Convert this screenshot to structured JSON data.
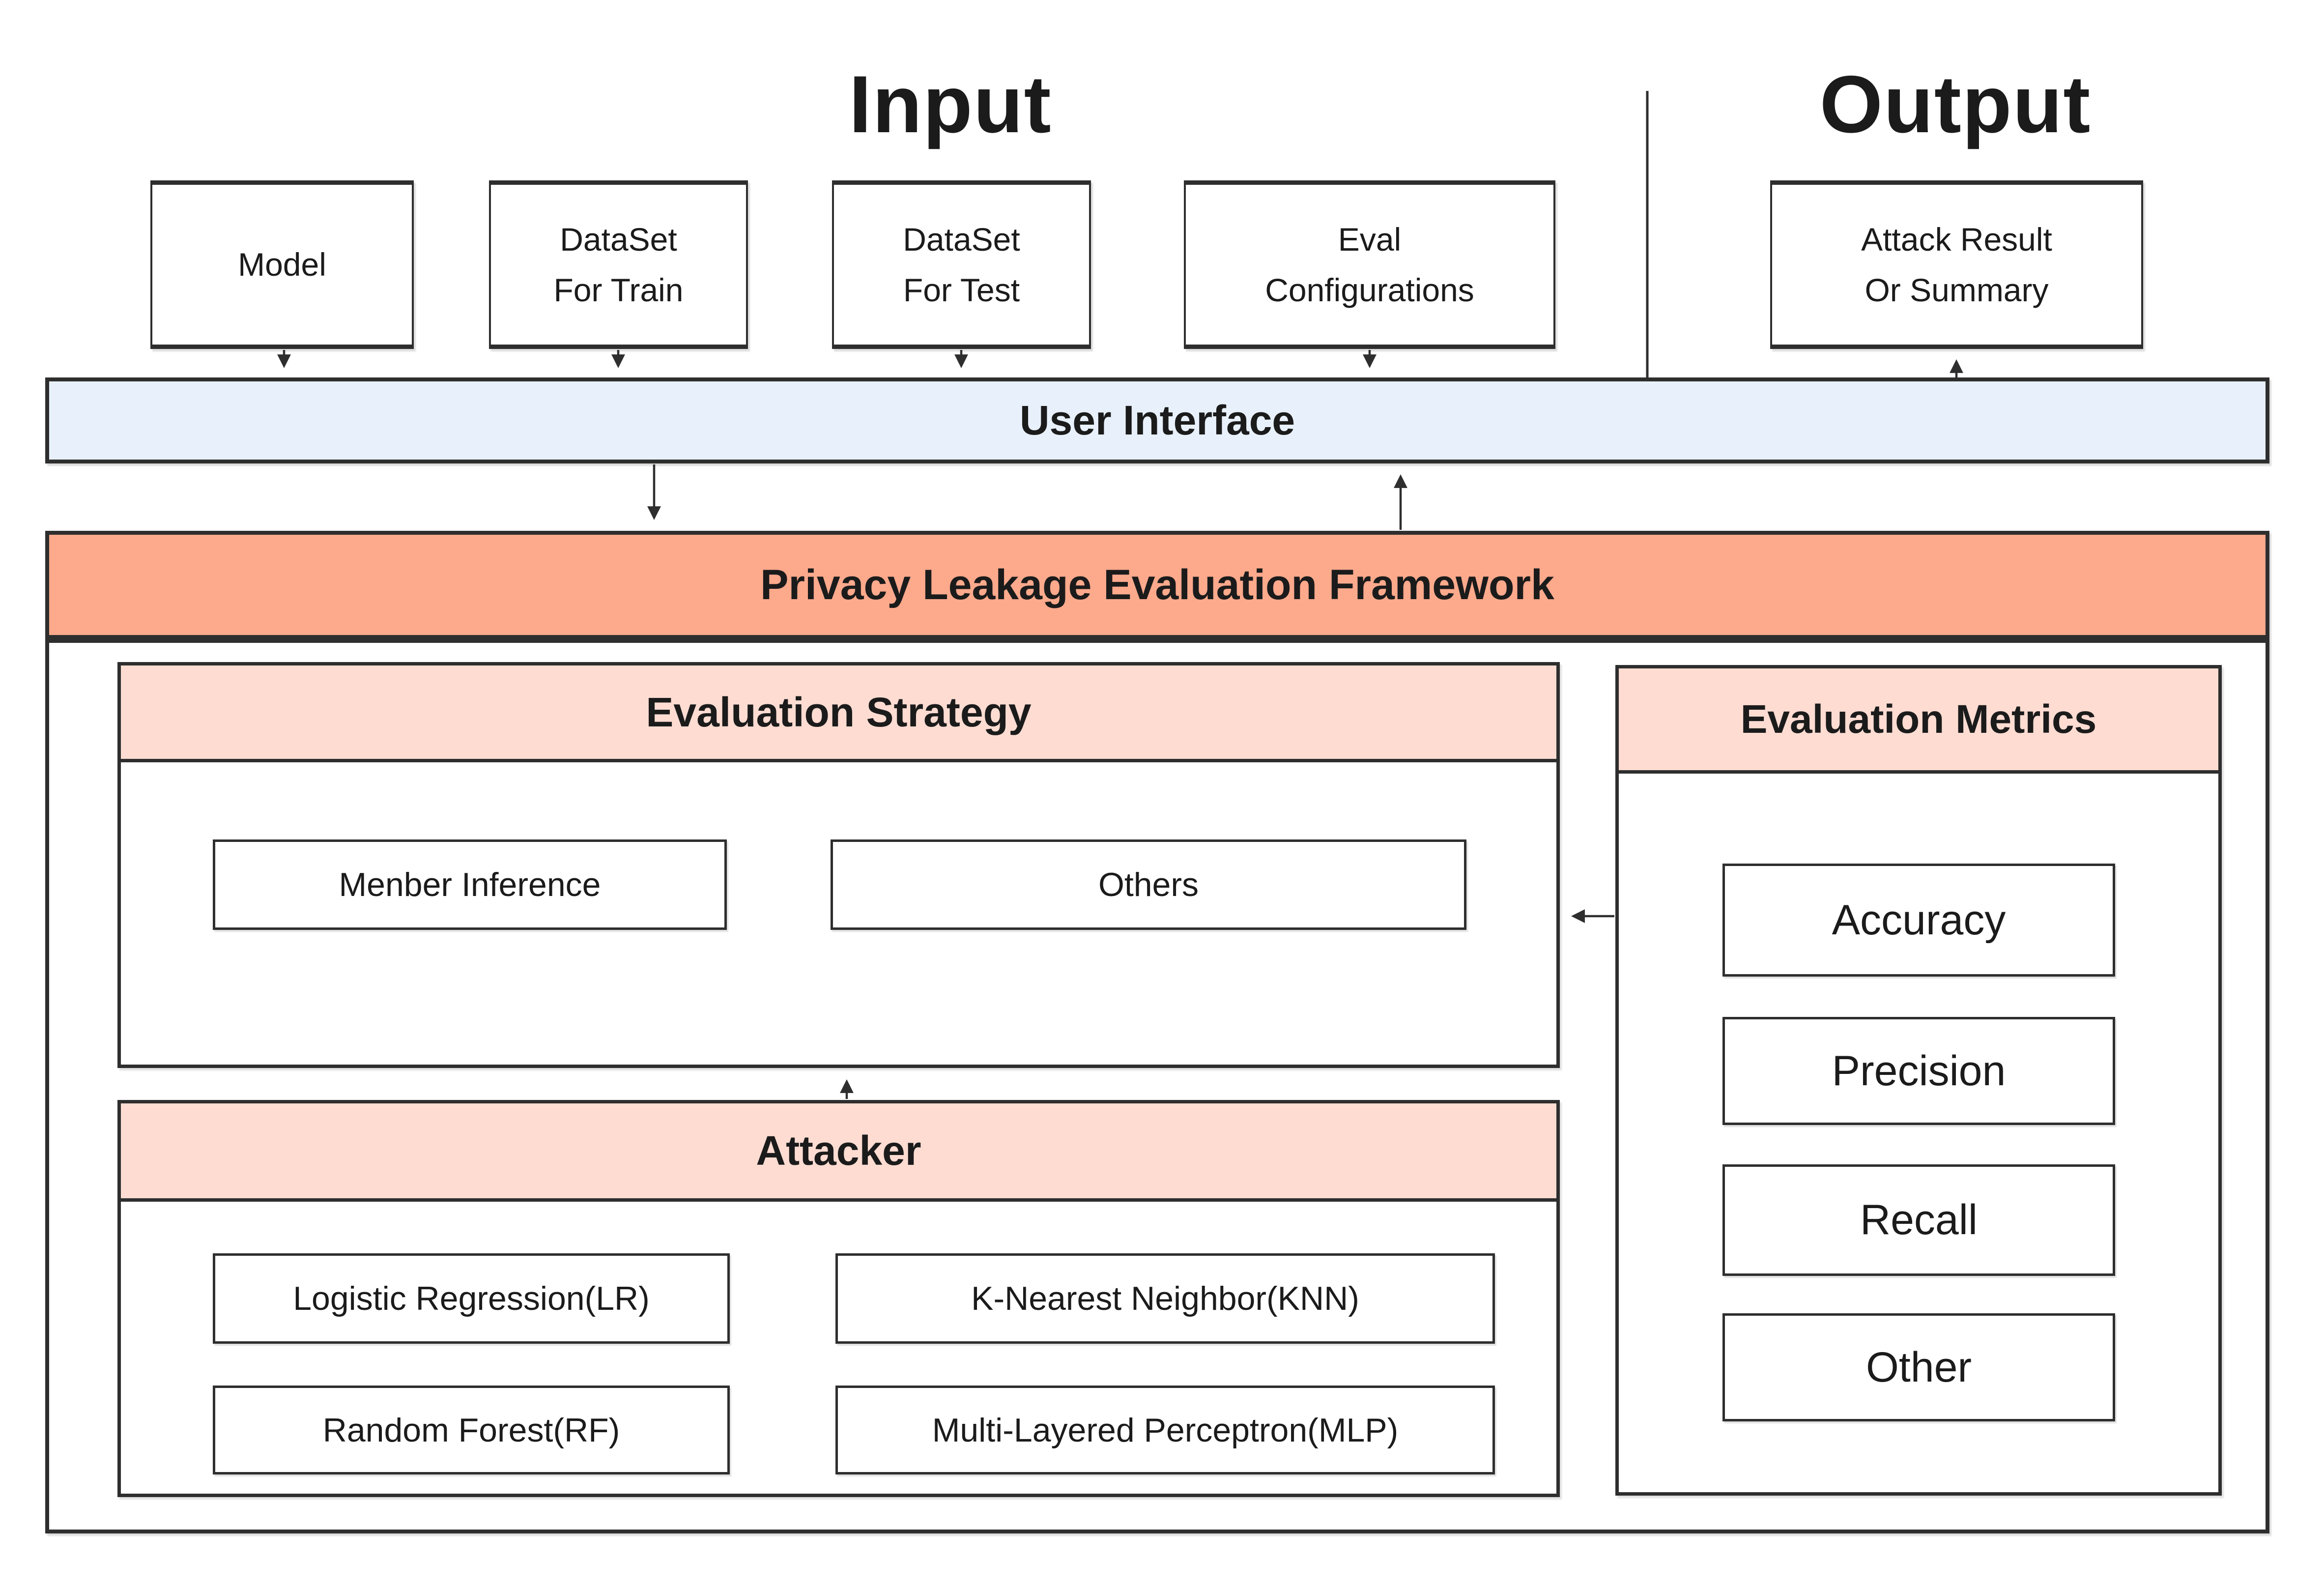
{
  "titles": {
    "input": "Input",
    "output": "Output"
  },
  "input_boxes": [
    {
      "id": "model",
      "label": "Model"
    },
    {
      "id": "dataset-train",
      "label": "DataSet\nFor Train"
    },
    {
      "id": "dataset-test",
      "label": "DataSet\nFor Test"
    },
    {
      "id": "eval-config",
      "label": "Eval\nConfigurations"
    },
    {
      "id": "attack-result",
      "label": "Attack Result\nOr Summary"
    }
  ],
  "ui_bar": {
    "label": "User Interface"
  },
  "framework": {
    "title": "Privacy Leakage Evaluation Framework"
  },
  "panels": {
    "strategy": {
      "title": "Evaluation Strategy",
      "items": [
        "Menber Inference",
        "Others"
      ]
    },
    "attacker": {
      "title": "Attacker",
      "items": [
        "Logistic Regression(LR)",
        "K-Nearest Neighbor(KNN)",
        "Random Forest(RF)",
        "Multi-Layered Perceptron(MLP)"
      ]
    },
    "metrics": {
      "title": "Evaluation Metrics",
      "items": [
        "Accuracy",
        "Precision",
        "Recall",
        "Other"
      ]
    }
  },
  "colors": {
    "ui_bar_bg": "#E8F1FB",
    "framework_bg": "#FCA98C",
    "panel_header_bg": "#FEDCD2",
    "border": "#2E2E2E"
  }
}
